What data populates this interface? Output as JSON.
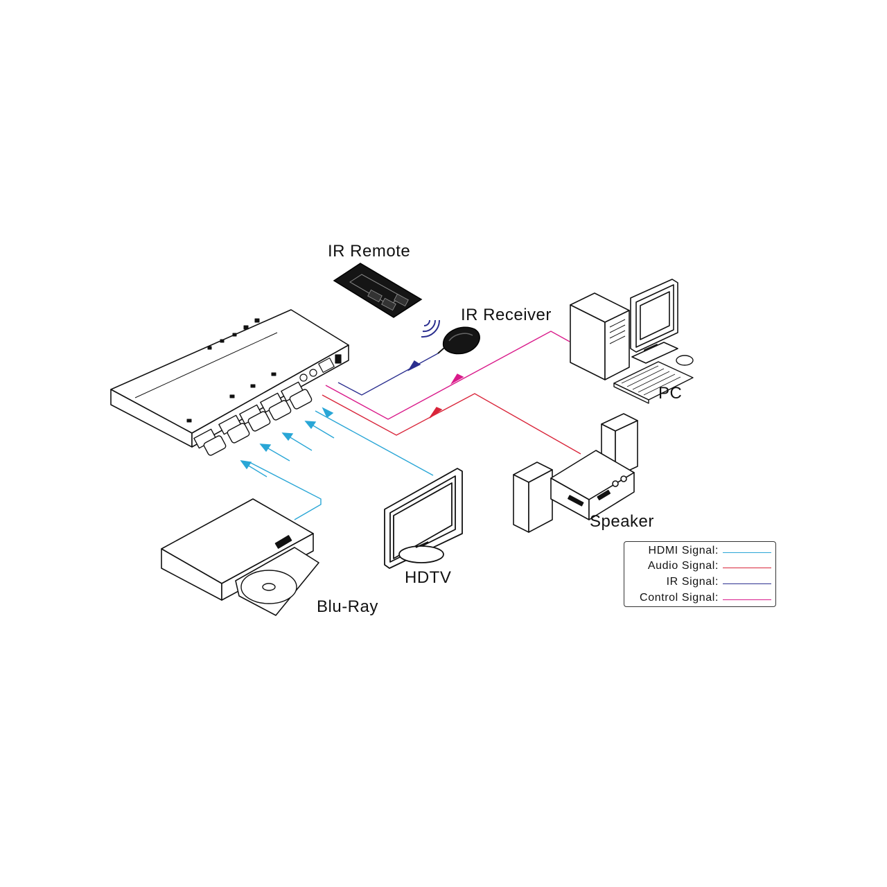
{
  "labels": {
    "ir_remote": "IR Remote",
    "ir_receiver": "IR Receiver",
    "pc": "PC",
    "speaker": "Speaker",
    "hdtv": "HDTV",
    "bluray": "Blu-Ray"
  },
  "legend": [
    {
      "label": "HDMI Signal:",
      "color": "#29a6d6"
    },
    {
      "label": "Audio Signal:",
      "color": "#d9253a"
    },
    {
      "label": "IR Signal:",
      "color": "#2b2f8f"
    },
    {
      "label": "Control Signal:",
      "color": "#d91a8a"
    }
  ],
  "icons": [
    "hdmi-matrix-switch-icon",
    "ir-remote-icon",
    "ir-receiver-icon",
    "pc-tower-icon",
    "monitor-icon",
    "keyboard-icon",
    "mouse-icon",
    "speaker-icon",
    "amplifier-icon",
    "hdtv-icon",
    "bluray-player-icon",
    "disc-icon"
  ]
}
